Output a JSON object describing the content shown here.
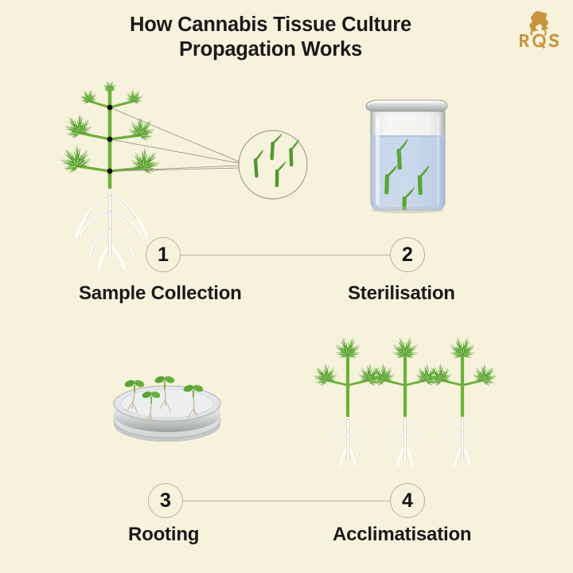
{
  "page": {
    "background_color": "#f7f2dc",
    "title_line_1": "How Cannabis Tissue Culture",
    "title_line_2": "Propagation Works",
    "text_color": "#1a1a1a"
  },
  "brand": {
    "logo_text": "RQS",
    "logo_color": "#c8953f",
    "logo_icon": "rqs-lion-logo"
  },
  "theme": {
    "leaf_green": "#5aa433",
    "leaf_green_dark": "#3f8a23",
    "stem_green": "#6fb03c",
    "root_white": "#ffffff",
    "root_outline": "#cfc9b4",
    "glass_grey": "#b9bdbd",
    "liquid_blue": "#c4d5e8",
    "line_grey": "#b9b29a",
    "node_black": "#111111"
  },
  "steps": [
    {
      "number": "1",
      "label": "Sample Collection",
      "illustration": "cannabis-plant-with-explant-callout",
      "nodes_count": 3,
      "explant_count": 5
    },
    {
      "number": "2",
      "label": "Sterilisation",
      "illustration": "beaker-with-explants",
      "explant_count": 4,
      "liquid_fill_percent": 72
    },
    {
      "number": "3",
      "label": "Rooting",
      "illustration": "petri-dish-with-seedlings",
      "seedling_count": 4
    },
    {
      "number": "4",
      "label": "Acclimatisation",
      "illustration": "three-rooted-plantlets",
      "plantlet_count": 3
    }
  ],
  "connectors": [
    {
      "from": "1",
      "to": "2"
    },
    {
      "from": "3",
      "to": "4"
    }
  ]
}
